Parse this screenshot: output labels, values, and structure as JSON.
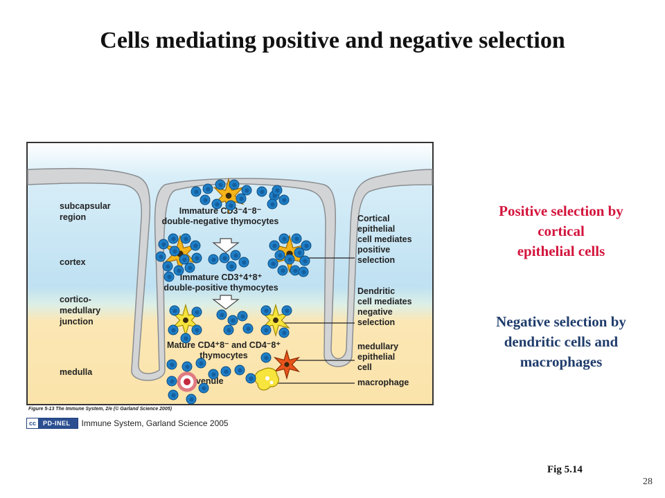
{
  "slide": {
    "title": "Cells mediating positive and negative selection",
    "page_number": "28",
    "fig_ref": "Fig 5.14"
  },
  "figure": {
    "region_labels": [
      [
        "subcapsular",
        "region"
      ],
      [
        "cortex"
      ],
      [
        "cortico-",
        "medullary",
        "junction"
      ],
      [
        "medulla"
      ]
    ],
    "center_labels": {
      "double_negative": [
        "Immature CD3⁻4⁻8⁻",
        "double-negative thymocytes"
      ],
      "double_positive": [
        "Immature CD3⁺4⁺8⁺",
        "double-positive thymocytes"
      ],
      "mature": [
        "Mature CD4⁺8⁻ and CD4⁻8⁺",
        "thymocytes"
      ],
      "venule": "venule"
    },
    "right_labels": {
      "cortical": [
        "Cortical",
        "epithelial",
        "cell mediates",
        "positive",
        "selection"
      ],
      "dendritic": [
        "Dendritic",
        "cell mediates",
        "negative",
        "selection"
      ],
      "medullary": [
        "medullary",
        "epithelial",
        "cell"
      ],
      "macrophage": "macrophage"
    },
    "caption": "Figure 5-13  The Immune System, 2/e (© Garland Science 2005)",
    "colors": {
      "cortex": "#bde0f2",
      "medulla": "#fbe7b5",
      "capsule": "#d2d4d6",
      "thymocyte": "#1f7fc6",
      "epithelial": "#f4b41a",
      "dendritic": "#f7e43c",
      "medullary_cell": "#e8541c"
    }
  },
  "credit": {
    "badge_text": "PD-INEL",
    "badge_icon": "cc",
    "text": "Immune System, Garland Science 2005"
  },
  "notes": {
    "positive": [
      "Positive selection by",
      "cortical",
      "epithelial cells"
    ],
    "negative": [
      "Negative selection by",
      "dendritic cells and",
      "macrophages"
    ]
  }
}
